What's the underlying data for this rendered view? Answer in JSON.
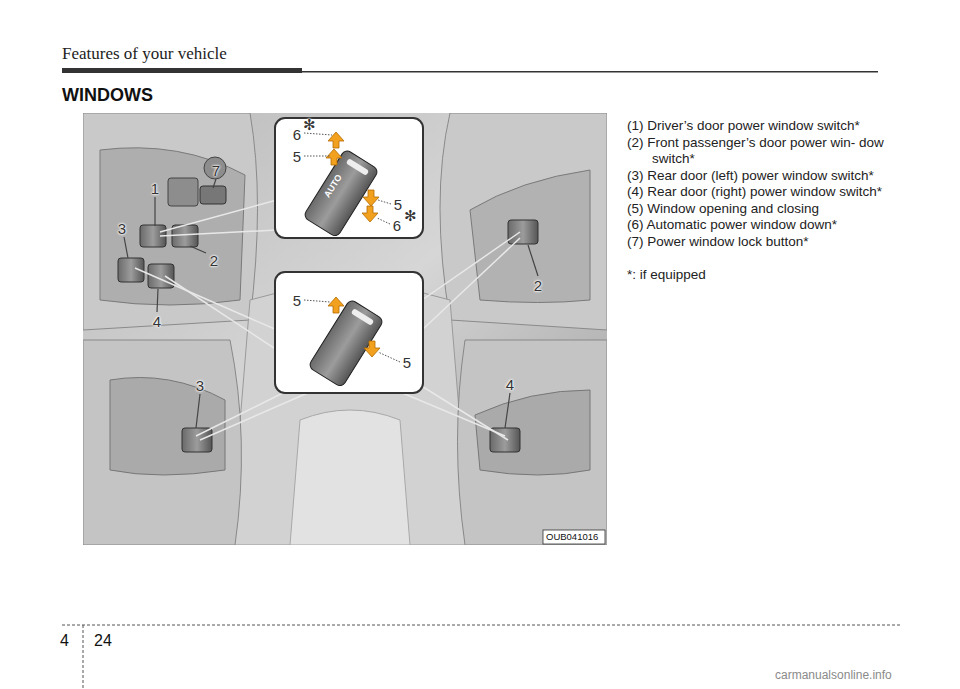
{
  "diagram": {
    "title": "WINDOWS",
    "labels": [
      "Features of your vehicle",
      "(1) Driver’s door power window switch*",
      "(2) Front passenger’s door power win- dow switch*",
      "(3) Rear door (left) power window switch*",
      "(4) Rear door (right) power window switch*",
      "(5) Window opening and closing",
      "(6) Automatic power window down*",
      "(7) Power window lock button*",
      "*: if equipped",
      "1",
      "7",
      "3",
      "2",
      "4",
      "2",
      "3",
      "4",
      "6",
      "✻",
      "5",
      "5",
      "6",
      "✻",
      "5",
      "5",
      "AUTO",
      "OUB041016",
      "4",
      "24",
      "carmanualsonline.info"
    ]
  }
}
